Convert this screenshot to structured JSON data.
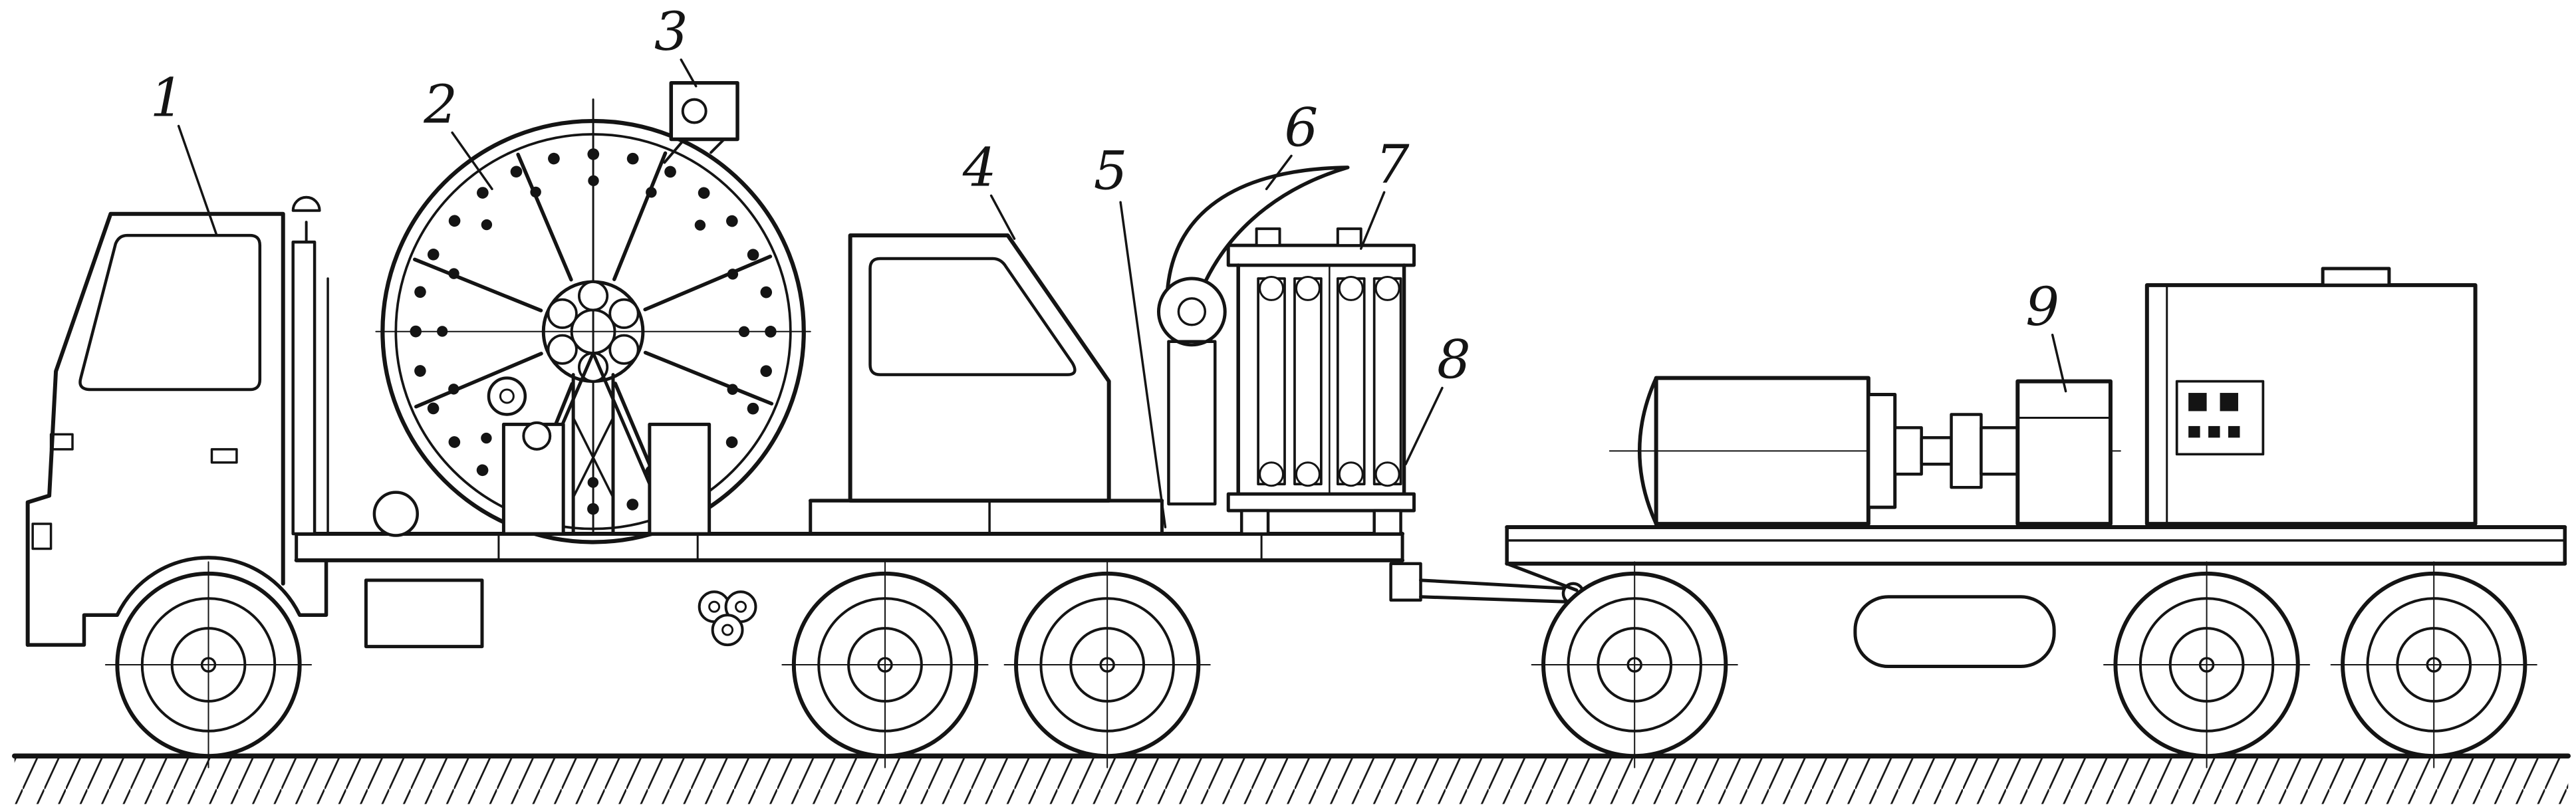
{
  "colors": {
    "ink": "#141414",
    "paper": "#ffffff"
  },
  "callouts": [
    {
      "number": "1"
    },
    {
      "number": "2"
    },
    {
      "number": "3"
    },
    {
      "number": "4"
    },
    {
      "number": "5"
    },
    {
      "number": "6"
    },
    {
      "number": "7"
    },
    {
      "number": "8"
    },
    {
      "number": "9"
    }
  ]
}
